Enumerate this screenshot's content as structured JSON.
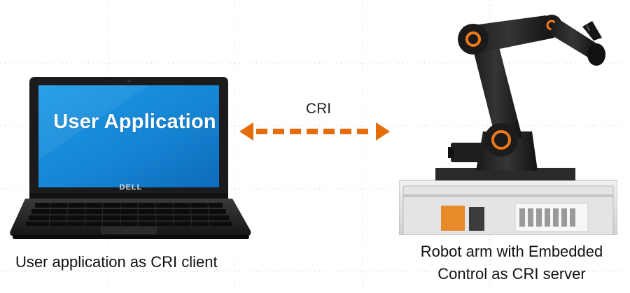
{
  "laptop": {
    "screen_text": "User Application",
    "brand_logo": "DELL",
    "screen_color": "#1790de"
  },
  "connection": {
    "label": "CRI",
    "arrow_color": "#e46c0a"
  },
  "robot": {
    "joint_accent_color": "#f07a1a"
  },
  "captions": {
    "left": "User application as CRI client",
    "right_line1": "Robot arm with Embedded",
    "right_line2": "Control as CRI server"
  }
}
